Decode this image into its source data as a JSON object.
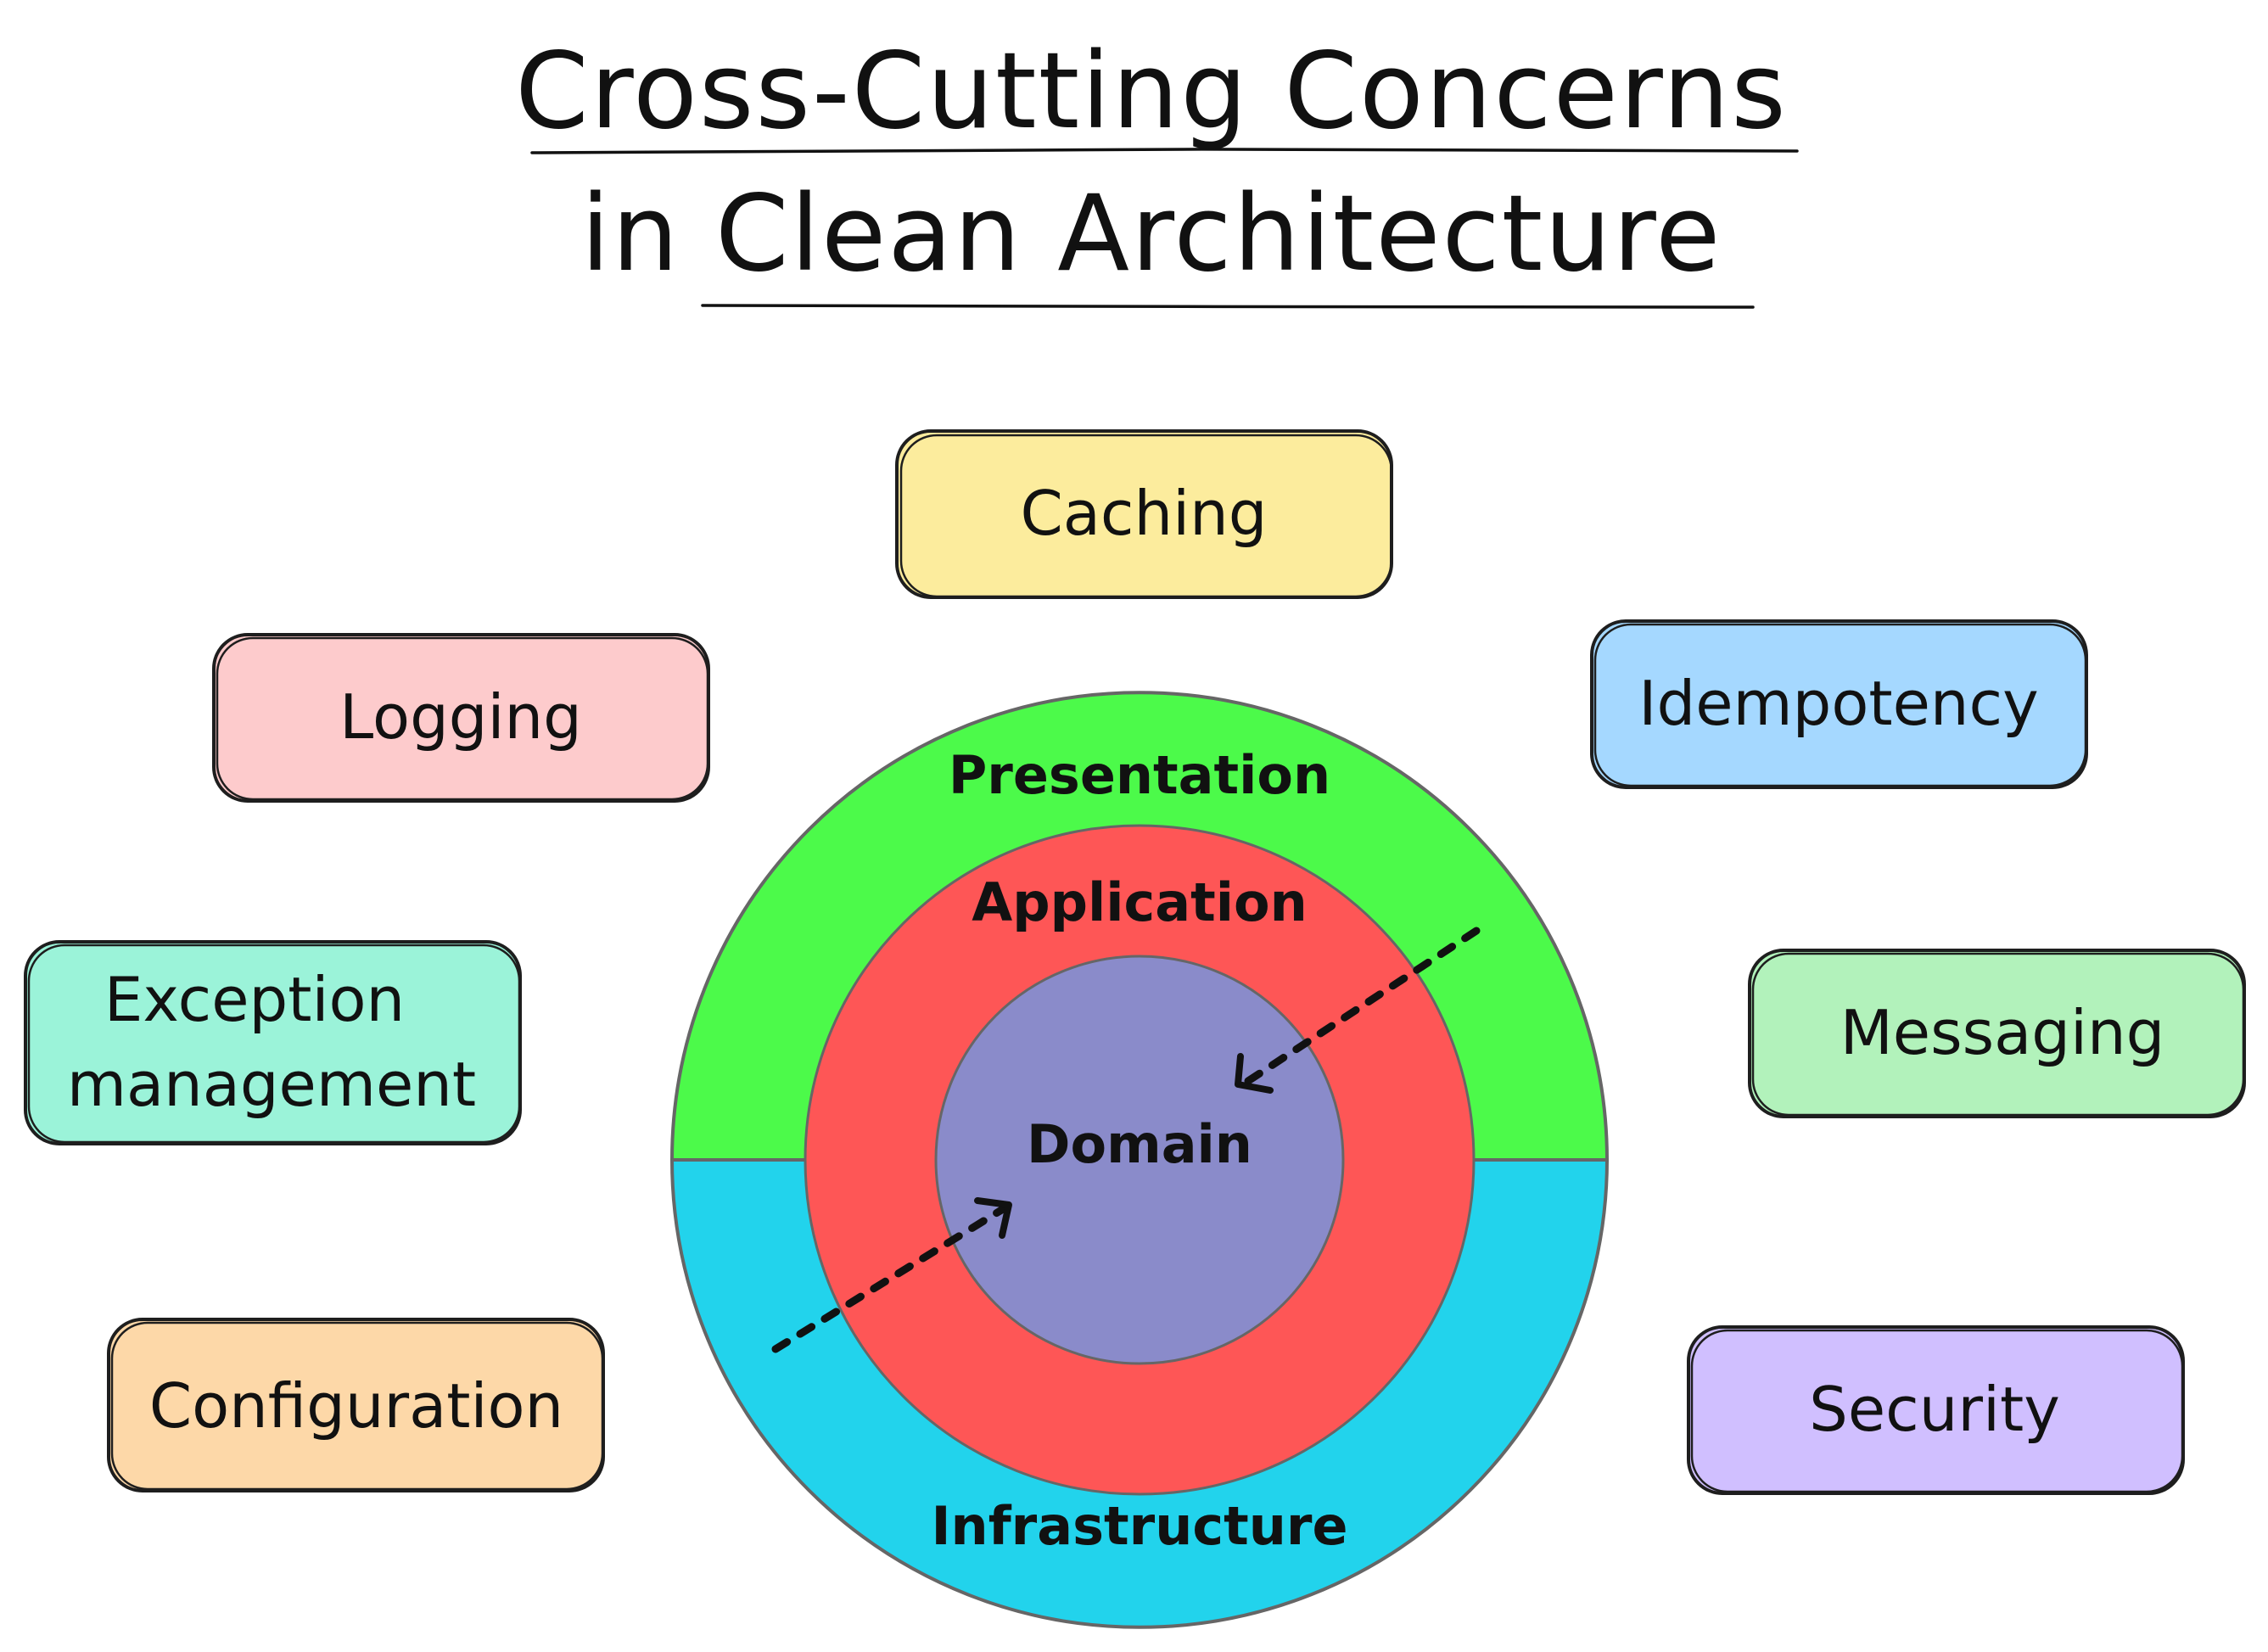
{
  "title": {
    "line1": "Cross-Cutting Concerns",
    "line2": "in Clean Architecture"
  },
  "concerns": {
    "caching": {
      "label": "Caching",
      "color": "#fcec9d"
    },
    "logging": {
      "label": "Logging",
      "color": "#fdcbcc"
    },
    "exception": {
      "line1": "Exception",
      "line2": "management",
      "color": "#9bf3d9"
    },
    "configuration": {
      "label": "Configuration",
      "color": "#fdd8a8"
    },
    "idempotency": {
      "label": "Idempotency",
      "color": "#a5d8ff"
    },
    "messaging": {
      "label": "Messaging",
      "color": "#b2f2bb"
    },
    "security": {
      "label": "Security",
      "color": "#d0bfff"
    }
  },
  "layers": {
    "presentation": {
      "label": "Presentation",
      "color": "#4cfa4a"
    },
    "infrastructure": {
      "label": "Infrastructure",
      "color": "#22d3ec"
    },
    "application": {
      "label": "Application",
      "color": "#fe5656"
    },
    "domain": {
      "label": "Domain",
      "color": "#8a8bca"
    }
  }
}
